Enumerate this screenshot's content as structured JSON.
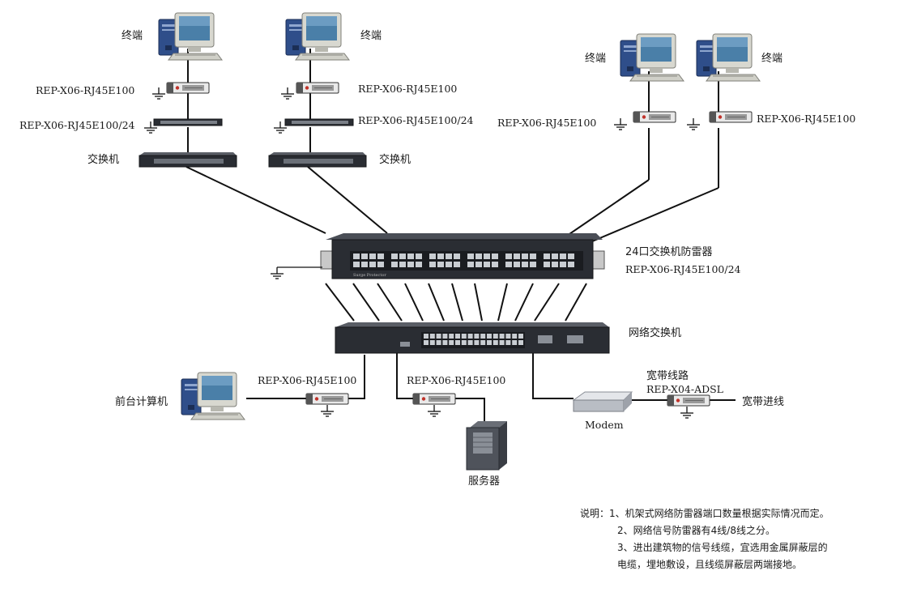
{
  "labels": {
    "terminal": "终端",
    "switch": "交换机",
    "model_rj45": "REP-X06-RJ45E100",
    "model_rj45_24": "REP-X06-RJ45E100/24",
    "sp24_title": "24口交换机防雷器",
    "sp24_model": "REP-X06-RJ45E100/24",
    "network_switch": "网络交换机",
    "front_pc": "前台计算机",
    "server": "服务器",
    "modem": "Modem",
    "broadband_line": "宽带线路",
    "adsl_model": "REP-X04-ADSL",
    "broadband_in": "宽带进线",
    "rack_brand": "Surge Protector"
  },
  "notes": {
    "prefix": "说明：",
    "items": [
      "1、机架式网络防雷器端口数量根据实际情况而定。",
      "2、网络信号防雷器有4线/8线之分。",
      "3、进出建筑物的信号线缆，宜选用金属屏蔽层的",
      "电缆，埋地敷设，且线缆屏蔽层两端接地。"
    ]
  },
  "colors": {
    "line": "#111111",
    "device_dark": "#2a2d33",
    "port": "#c9cdd2",
    "monitor_frame": "#d8d8d0",
    "screen": "#4a7fa8",
    "tower_blue": "#2f4e8a",
    "protector_body": "#e9e9e9",
    "protector_red": "#c0322a"
  }
}
